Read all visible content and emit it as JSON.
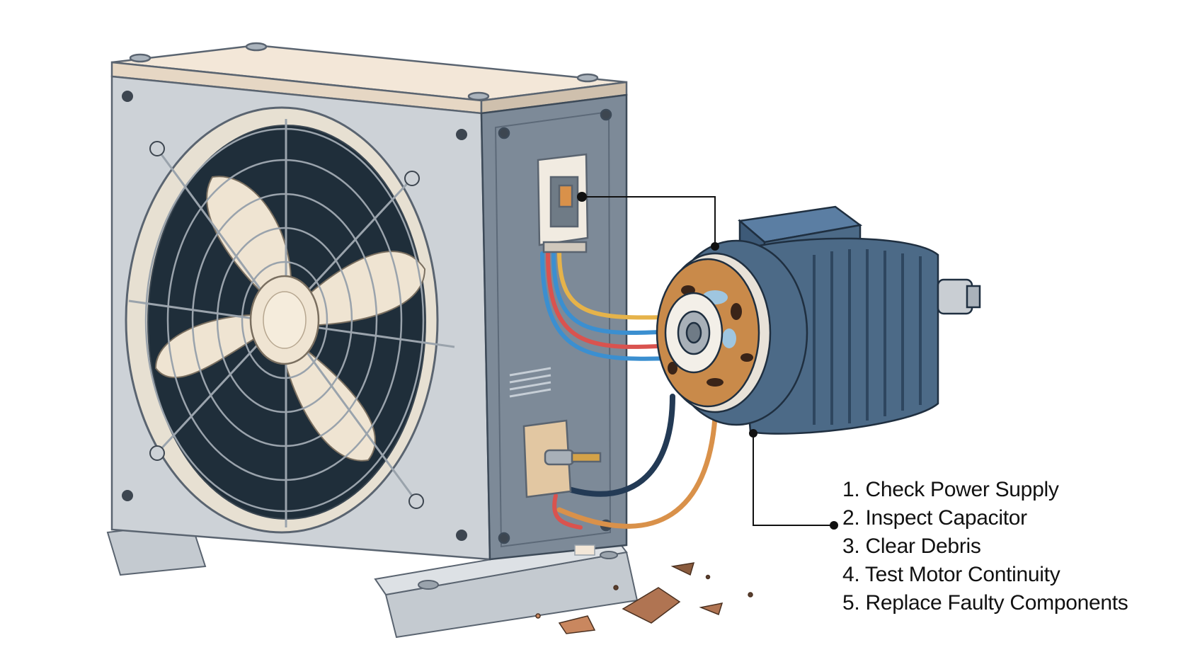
{
  "steps": [
    "1. Check Power Supply",
    "2. Inspect Capacitor",
    "3. Clear Debris",
    "4. Test Motor Continuity",
    "5. Replace Faulty Components"
  ],
  "colors": {
    "cabinet": "#cdd2d7",
    "cabinet_side": "#7d8a98",
    "cabinet_top": "#f3e7d8",
    "fan_blade": "#efe4d2",
    "fan_dark": "#1f2e3a",
    "motor_body": "#4c6a87",
    "motor_dark": "#2e465f",
    "rust": "#c98a4a",
    "wire_red": "#d9534f",
    "wire_blue": "#3b8fd0",
    "wire_yellow": "#e6b34a",
    "wire_navy": "#233a55",
    "wire_orange": "#d9914a",
    "leader_line": "#111111"
  }
}
